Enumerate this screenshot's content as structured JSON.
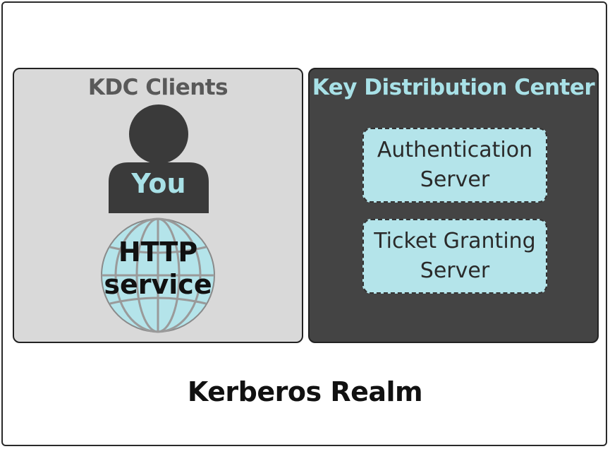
{
  "realm": {
    "label": "Kerberos Realm"
  },
  "clients": {
    "title": "KDC Clients",
    "user_label": "You",
    "service_label_line1": "HTTP",
    "service_label_line2": "service",
    "icons": [
      "user-icon",
      "globe-icon"
    ]
  },
  "kdc": {
    "title": "Key Distribution Center",
    "servers": [
      {
        "line1": "Authentication",
        "line2": "Server"
      },
      {
        "line1": "Ticket Granting",
        "line2": "Server"
      }
    ]
  },
  "colors": {
    "clients_bg": "#d9d9d9",
    "kdc_bg": "#444444",
    "accent": "#a8e1e7",
    "server_box": "#b4e4ea",
    "icon_dark": "#3a3a3a",
    "globe": "#b4e4ea"
  }
}
